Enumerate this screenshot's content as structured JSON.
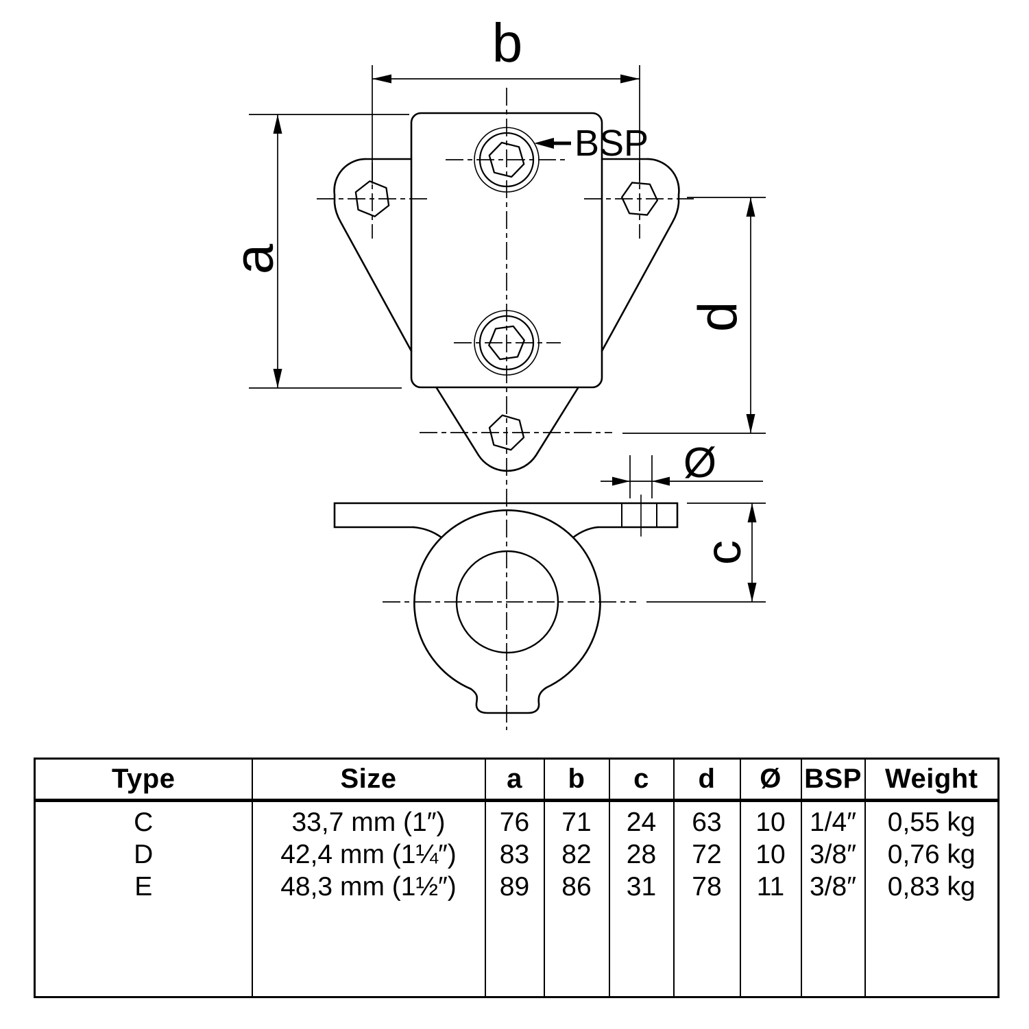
{
  "drawing": {
    "labels": {
      "b": "b",
      "a": "a",
      "d": "d",
      "c": "c",
      "diameter": "Ø",
      "bsp": "BSP"
    }
  },
  "table": {
    "headers": {
      "type": "Type",
      "size": "Size",
      "a": "a",
      "b": "b",
      "c": "c",
      "d": "d",
      "diameter": "Ø",
      "bsp": "BSP",
      "weight": "Weight"
    },
    "rows": [
      {
        "type": "C",
        "size": "33,7 mm (1″)",
        "a": "76",
        "b": "71",
        "c": "24",
        "d": "63",
        "diameter": "10",
        "bsp": "1/4″",
        "weight": "0,55 kg"
      },
      {
        "type": "D",
        "size": "42,4 mm (1¼″)",
        "a": "83",
        "b": "82",
        "c": "28",
        "d": "72",
        "diameter": "10",
        "bsp": "3/8″",
        "weight": "0,76 kg"
      },
      {
        "type": "E",
        "size": "48,3 mm (1½″)",
        "a": "89",
        "b": "86",
        "c": "31",
        "d": "78",
        "diameter": "11",
        "bsp": "3/8″",
        "weight": "0,83 kg"
      }
    ]
  }
}
